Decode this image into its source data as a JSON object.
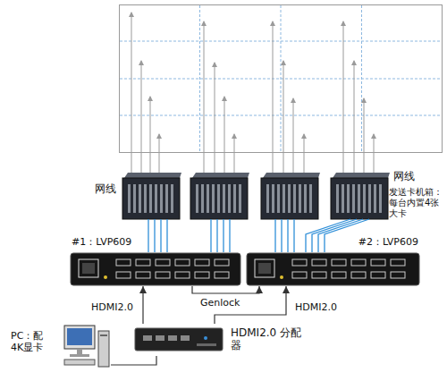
{
  "diagram": {
    "nodes": [
      {
        "text": [
          "#1：LVP609"
        ]
      },
      {
        "text": [
          "#2：LVP609"
        ]
      },
      {
        "text": [
          "HDMI2.0 分配器"
        ]
      },
      {
        "text": [
          "PC：配 4K显卡"
        ]
      }
    ],
    "edges": [
      {
        "from": 0,
        "to": 1,
        "arrow": "to",
        "label": "Genlock"
      },
      {
        "from": 2,
        "to": 0,
        "arrow": "to",
        "label": "HDMI2.0"
      },
      {
        "from": 2,
        "to": 1,
        "arrow": "to",
        "label": "HDMI2.0"
      },
      {
        "from": 3,
        "to": 2,
        "arrow": "none"
      }
    ],
    "labels": [
      "网线",
      "网线",
      "发送卡机箱：每台内置4张大卡"
    ]
  }
}
